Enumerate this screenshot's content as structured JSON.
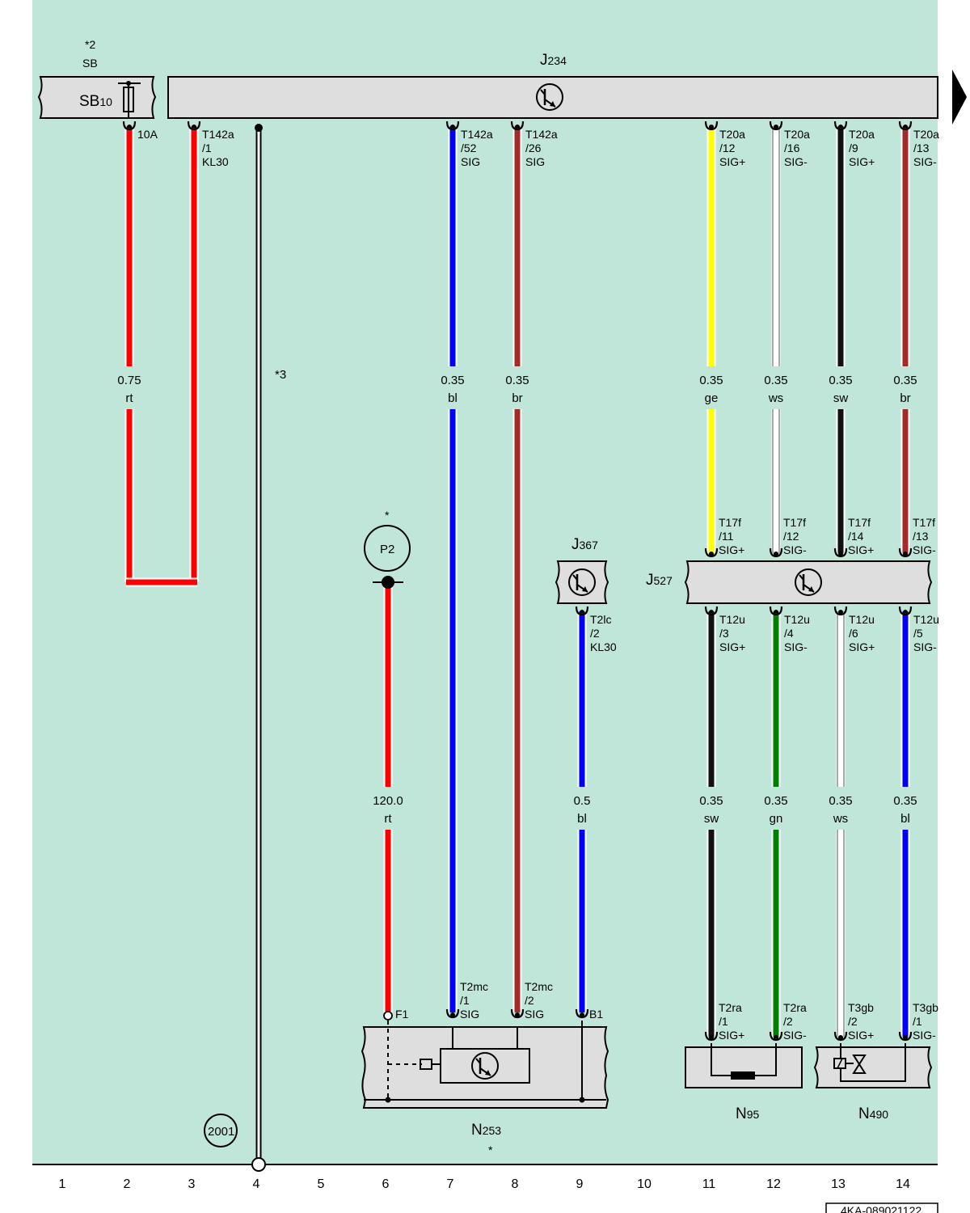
{
  "colors": {
    "background": "#c0e5d9",
    "component_fill": "#dedede",
    "rt": "#ff0000",
    "bl": "#0000ff",
    "br": "#a52a2a",
    "ge": "#ffff00",
    "ws": "#ffffff",
    "sw": "#111111",
    "gn": "#008000"
  },
  "sb": {
    "note": "*2",
    "label": "SB",
    "name": "SB",
    "sub": "10",
    "fuse_rating": "10A",
    "icon": "fuse-icon"
  },
  "j234": {
    "name": "J",
    "sub": "234",
    "icon": "transistor-icon"
  },
  "j367": {
    "name": "J",
    "sub": "367",
    "icon": "transistor-icon"
  },
  "j527": {
    "name": "J",
    "sub": "527",
    "icon": "transistor-icon"
  },
  "p2": {
    "label": "P2",
    "note": "*"
  },
  "n253": {
    "name": "N",
    "sub": "253",
    "note": "*"
  },
  "n95": {
    "name": "N",
    "sub": "95",
    "icon": "resistor-icon"
  },
  "n490": {
    "name": "N",
    "sub": "490",
    "icon": "valve-icon"
  },
  "ground_note": "*3",
  "ground_circle": "2001",
  "wires": [
    {
      "id": "w2-top",
      "upper": [
        "10A"
      ],
      "size": "0.75",
      "color": "rt"
    },
    {
      "id": "w3",
      "upper": [
        "T142a",
        "/1",
        "KL30"
      ]
    },
    {
      "id": "w7-top",
      "upper": [
        "T142a",
        "/52",
        "SIG"
      ],
      "size": "0.35",
      "color": "bl"
    },
    {
      "id": "w8-top",
      "upper": [
        "T142a",
        "/26",
        "SIG"
      ],
      "size": "0.35",
      "color": "br"
    },
    {
      "id": "w11-top",
      "upper": [
        "T20a",
        "/12",
        "SIG+"
      ],
      "size": "0.35",
      "color": "ge",
      "lower": [
        "T17f",
        "/11",
        "SIG+"
      ]
    },
    {
      "id": "w12-top",
      "upper": [
        "T20a",
        "/16",
        "SIG-"
      ],
      "size": "0.35",
      "color": "ws",
      "lower": [
        "T17f",
        "/12",
        "SIG-"
      ]
    },
    {
      "id": "w13-top",
      "upper": [
        "T20a",
        "/9",
        "SIG+"
      ],
      "size": "0.35",
      "color": "sw",
      "lower": [
        "T17f",
        "/14",
        "SIG+"
      ]
    },
    {
      "id": "w14-top",
      "upper": [
        "T20a",
        "/13",
        "SIG-"
      ],
      "size": "0.35",
      "color": "br",
      "lower": [
        "T17f",
        "/13",
        "SIG-"
      ]
    },
    {
      "id": "w6",
      "size": "120.0",
      "color": "rt",
      "lower": [
        "F1"
      ]
    },
    {
      "id": "w7-bot",
      "lower": [
        "T2mc",
        "/1",
        "SIG"
      ]
    },
    {
      "id": "w8-bot",
      "lower": [
        "T2mc",
        "/2",
        "SIG"
      ]
    },
    {
      "id": "w9",
      "upper": [
        "T2lc",
        "/2",
        "KL30"
      ],
      "size": "0.5",
      "color": "bl",
      "lower": [
        "B1"
      ]
    },
    {
      "id": "w11-bot",
      "upper": [
        "T12u",
        "/3",
        "SIG+"
      ],
      "size": "0.35",
      "color": "sw",
      "lower": [
        "T2ra",
        "/1",
        "SIG+"
      ]
    },
    {
      "id": "w12-bot",
      "upper": [
        "T12u",
        "/4",
        "SIG-"
      ],
      "size": "0.35",
      "color": "gn",
      "lower": [
        "T2ra",
        "/2",
        "SIG-"
      ]
    },
    {
      "id": "w13-bot",
      "upper": [
        "T12u",
        "/6",
        "SIG+"
      ],
      "size": "0.35",
      "color": "ws",
      "lower": [
        "T3gb",
        "/2",
        "SIG+"
      ]
    },
    {
      "id": "w14-bot",
      "upper": [
        "T12u",
        "/5",
        "SIG-"
      ],
      "size": "0.35",
      "color": "bl",
      "lower": [
        "T3gb",
        "/1",
        "SIG-"
      ]
    }
  ],
  "columns": [
    "1",
    "2",
    "3",
    "4",
    "5",
    "6",
    "7",
    "8",
    "9",
    "10",
    "11",
    "12",
    "13",
    "14"
  ],
  "doc_code": "4KA-089021122"
}
